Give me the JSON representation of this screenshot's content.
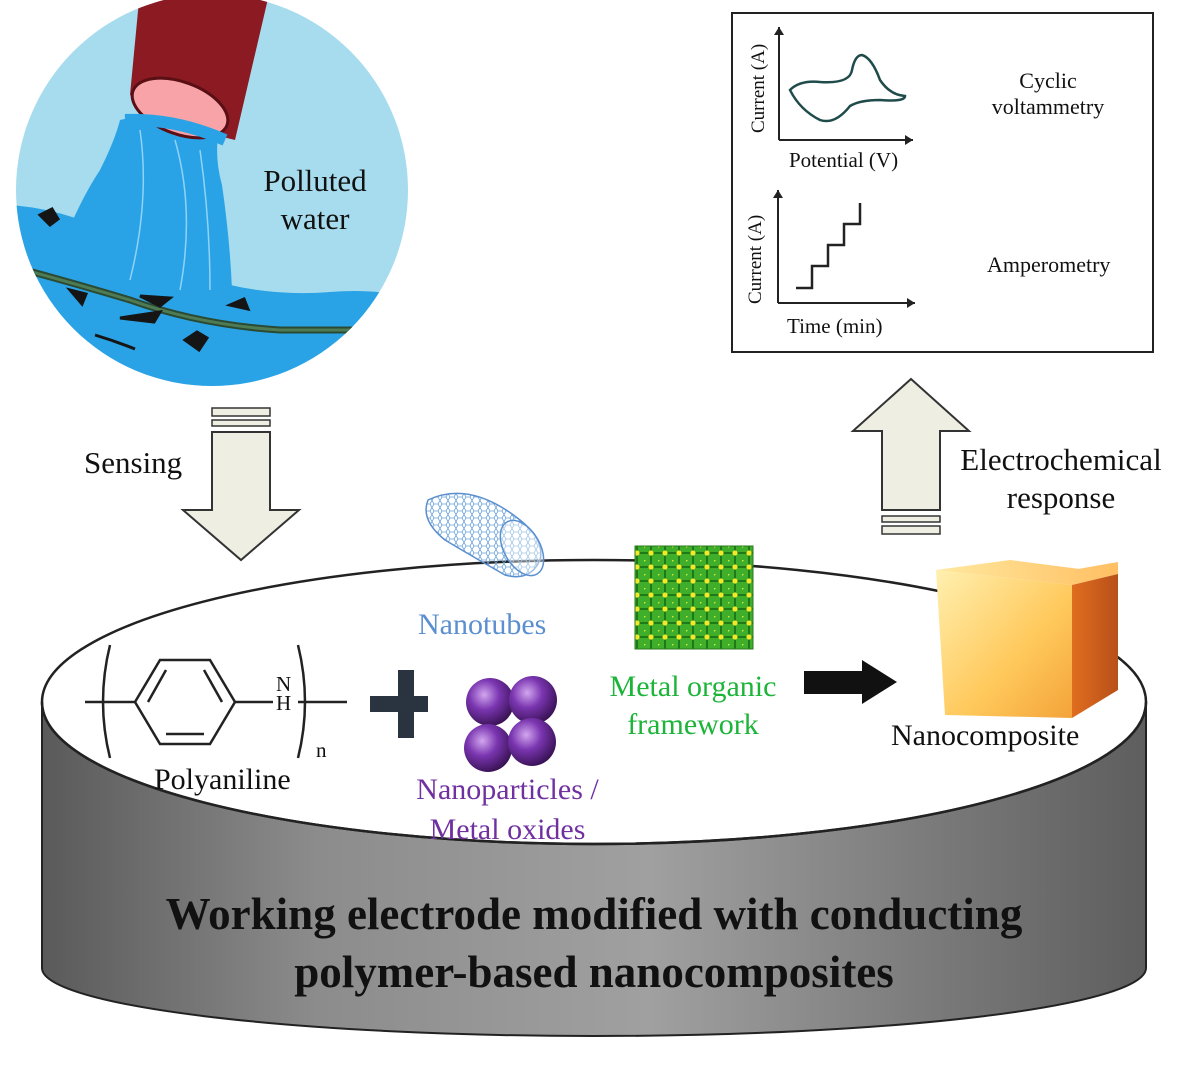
{
  "polluted": {
    "line1": "Polluted",
    "line2": "water"
  },
  "sensing": "Sensing",
  "electrochem": {
    "line1": "Electrochemical",
    "line2": "response"
  },
  "plots": {
    "cv": {
      "ylabel": "Current (A)",
      "xlabel": "Potential (V)",
      "name_line1": "Cyclic",
      "name_line2": "voltammetry"
    },
    "amp": {
      "ylabel": "Current (A)",
      "xlabel": "Time (min)",
      "name": "Amperometry"
    }
  },
  "materials": {
    "nanotubes": "Nanotubes",
    "mof_line1": "Metal organic",
    "mof_line2": "framework",
    "np_line1": "Nanoparticles /",
    "np_line2": "Metal oxides",
    "polyaniline": "Polyaniline",
    "nanocomposite": "Nanocomposite"
  },
  "pani": {
    "n_atom": "N",
    "h_atom": "H",
    "subscript": "n"
  },
  "electrode_title": {
    "line1": "Working electrode modified with conducting",
    "line2": "polymer-based nanocomposites"
  },
  "colors": {
    "nanotubes": "#5b8fcf",
    "mof": "#1db43a",
    "nanoparticles": "#7030a0",
    "water": "#2aa3e6",
    "circle": "#9fd8ea",
    "pipe": "#8b1a22",
    "arrow_fill": "#eeeee2",
    "electrode_side": "#8a8a8a"
  }
}
